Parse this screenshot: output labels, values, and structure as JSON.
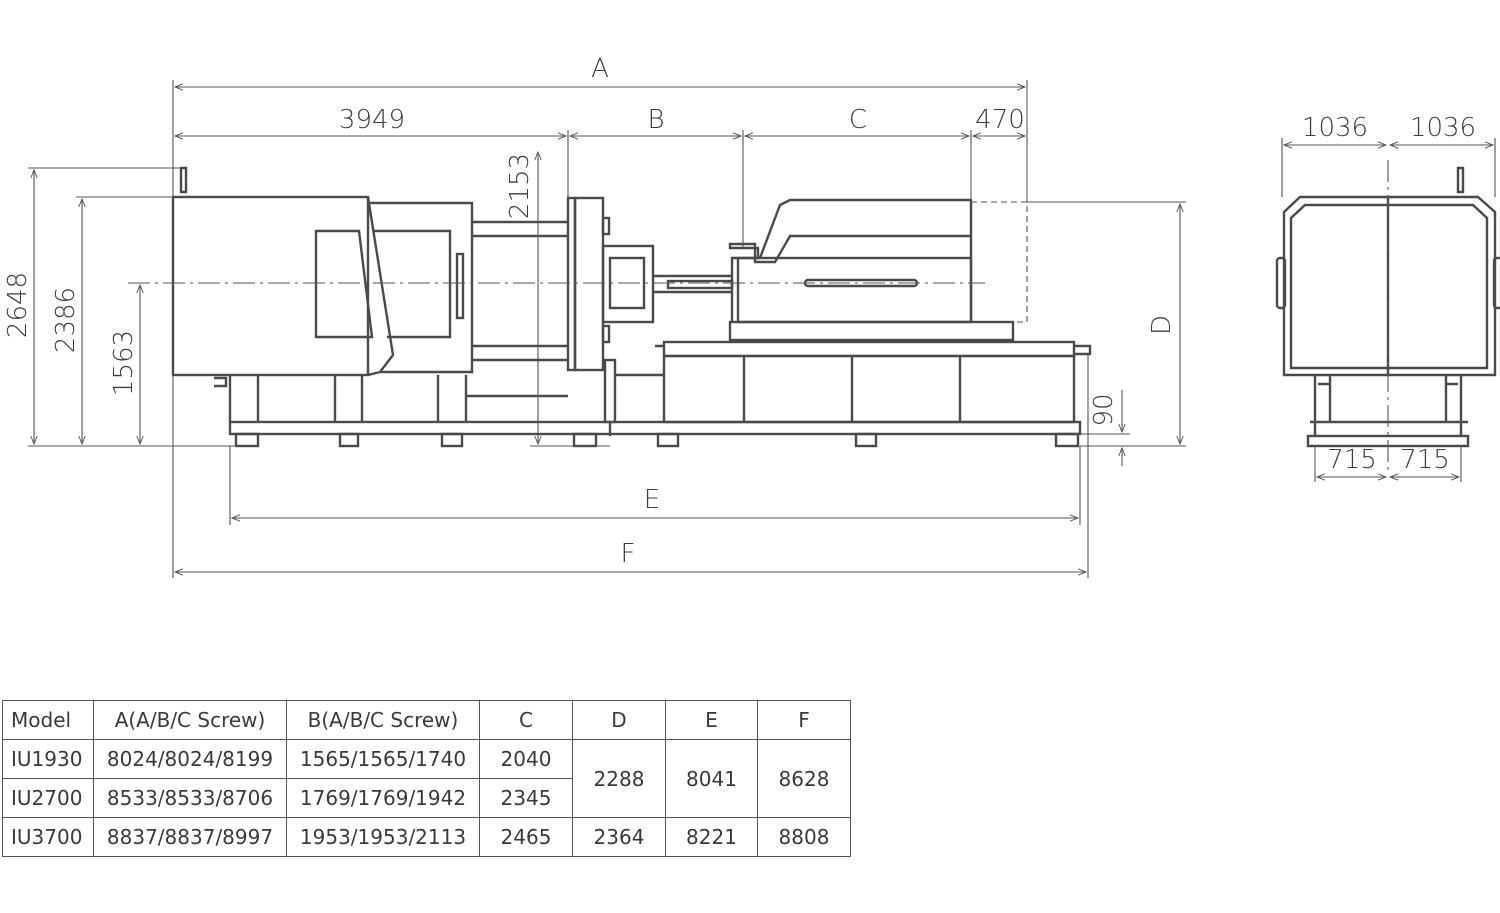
{
  "dimensions": {
    "A": "A",
    "B": "B",
    "C": "C",
    "D": "D",
    "E": "E",
    "F": "F",
    "injection_length": "3949",
    "nozzle_offset": "470",
    "height_total": "2648",
    "height_body": "2386",
    "height_center": "1563",
    "height_tiebar": "2153",
    "base_height": "90",
    "half_width_top_left": "1036",
    "half_width_top_right": "1036",
    "half_width_base_left": "715",
    "half_width_base_right": "715"
  },
  "table": {
    "headers": [
      "Model",
      "A(A/B/C Screw)",
      "B(A/B/C Screw)",
      "C",
      "D",
      "E",
      "F"
    ],
    "rows": [
      {
        "model": "IU1930",
        "a": "8024/8024/8199",
        "b": "1565/1565/1740",
        "c": "2040",
        "d": "2288",
        "e": "8041",
        "f": "8628"
      },
      {
        "model": "IU2700",
        "a": "8533/8533/8706",
        "b": "1769/1769/1942",
        "c": "2345"
      },
      {
        "model": "IU3700",
        "a": "8837/8837/8997",
        "b": "1953/1953/2113",
        "c": "2465",
        "d": "2364",
        "e": "8221",
        "f": "8808"
      }
    ]
  }
}
